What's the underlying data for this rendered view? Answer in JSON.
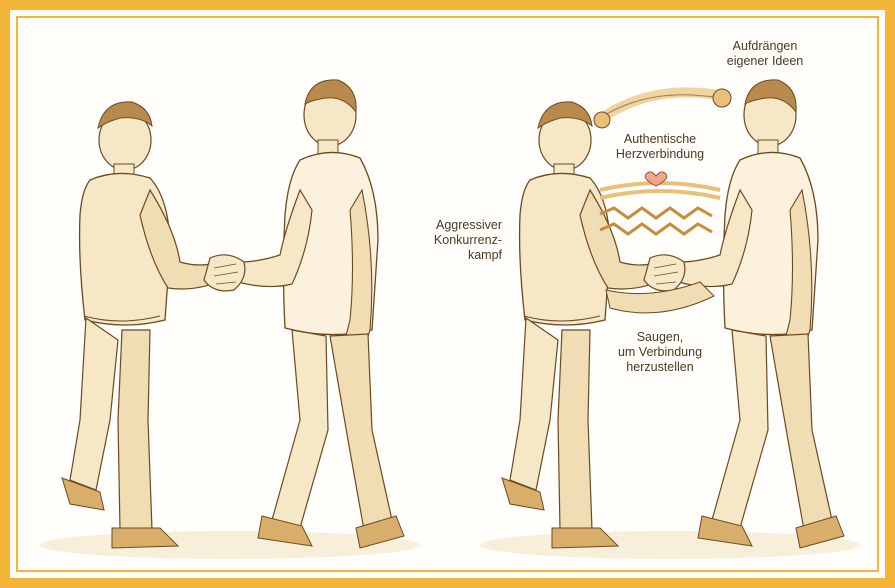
{
  "labels": {
    "aufdraengen": "Aufdrängen\neigener Ideen",
    "authentisch": "Authentische\nHerzverbindung",
    "aggressiv": "Aggressiver\nKonkurrenz-\nkampf",
    "saugen": "Saugen,\num Verbindung\nherzustellen"
  },
  "colors": {
    "frame": "#f4b63a",
    "ink": "#6b4a22",
    "fill_light": "#f6e7c7",
    "fill_mid": "#ecd19f",
    "shade": "#d8ae6a",
    "energy": "#e8c07a"
  }
}
